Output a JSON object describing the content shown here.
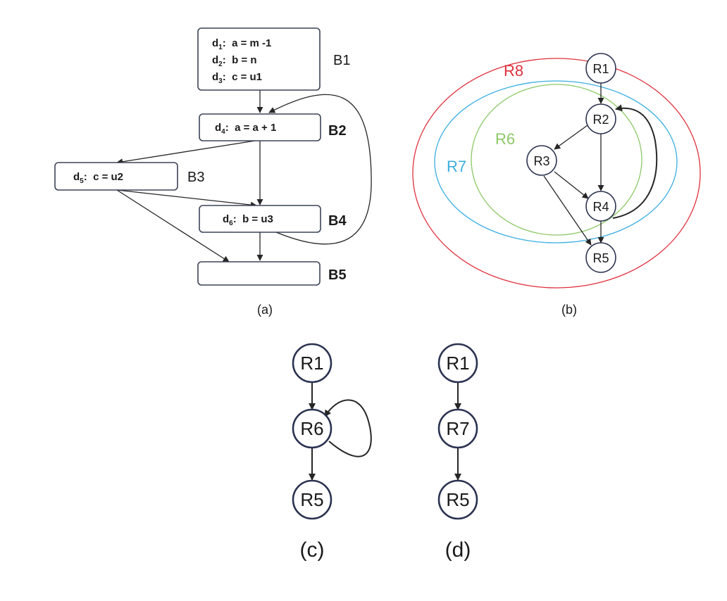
{
  "panel_a": {
    "caption": "(a)",
    "blocks": {
      "B1": {
        "label": "B1",
        "lines": [
          {
            "def": "d",
            "sub": "1",
            "stmt": ":  a = m -1"
          },
          {
            "def": "d",
            "sub": "2",
            "stmt": ":  b = n"
          },
          {
            "def": "d",
            "sub": "3",
            "stmt": ":  c = u1"
          }
        ]
      },
      "B2": {
        "label": "B2",
        "lines": [
          {
            "def": "d",
            "sub": "4",
            "stmt": ":  a = a + 1"
          }
        ]
      },
      "B3": {
        "label": "B3",
        "lines": [
          {
            "def": "d",
            "sub": "5",
            "stmt": ":  c = u2"
          }
        ]
      },
      "B4": {
        "label": "B4",
        "lines": [
          {
            "def": "d",
            "sub": "6",
            "stmt": ":  b = u3"
          }
        ]
      },
      "B5": {
        "label": "B5",
        "lines": []
      }
    }
  },
  "panel_b": {
    "caption": "(b)",
    "regions": {
      "R8": {
        "label": "R8",
        "color": "#e0303c"
      },
      "R7": {
        "label": "R7",
        "color": "#3aaee0"
      },
      "R6": {
        "label": "R6",
        "color": "#8cc866"
      }
    },
    "nodes": {
      "R1": "R1",
      "R2": "R2",
      "R3": "R3",
      "R4": "R4",
      "R5": "R5"
    }
  },
  "panel_c": {
    "caption": "(c)",
    "nodes": {
      "top": "R1",
      "mid": "R6",
      "bot": "R5"
    }
  },
  "panel_d": {
    "caption": "(d)",
    "nodes": {
      "top": "R1",
      "mid": "R7",
      "bot": "R5"
    }
  }
}
